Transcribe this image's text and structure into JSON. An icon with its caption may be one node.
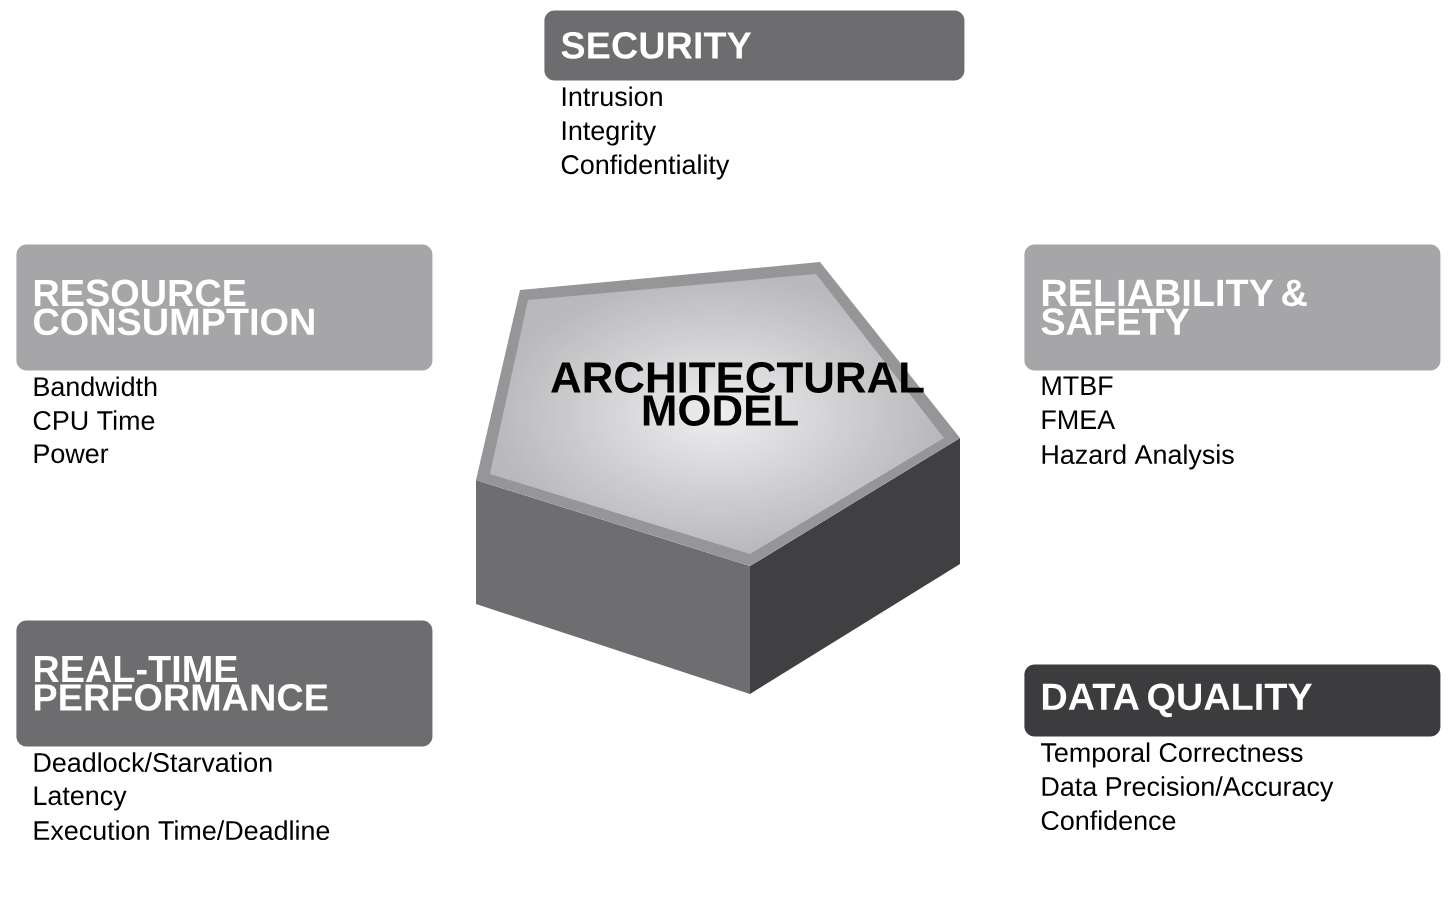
{
  "diagram": {
    "nodes": [
      {
        "text": [
          "ARCHITECTURAL MODEL"
        ]
      },
      {
        "text": [
          "SECURITY"
        ],
        "beside": [
          "Intrusion",
          "Integrity",
          "Confidentiality"
        ]
      },
      {
        "text": [
          "RESOURCE CONSUMPTION"
        ],
        "beside": [
          "Bandwidth",
          "CPU Time",
          "Power"
        ]
      },
      {
        "text": [
          "RELIABILITY & SAFETY"
        ],
        "beside": [
          "MTBF",
          "FMEA",
          "Hazard Analysis"
        ]
      },
      {
        "text": [
          "REAL-TIME PERFORMANCE"
        ],
        "beside": [
          "Deadlock/Starvation",
          "Latency",
          "Execution Time/Deadline"
        ]
      },
      {
        "text": [
          "DATA QUALITY"
        ],
        "beside": [
          "Temporal Correctness",
          "Data Precision/Accuracy",
          "Confidence"
        ]
      }
    ]
  }
}
